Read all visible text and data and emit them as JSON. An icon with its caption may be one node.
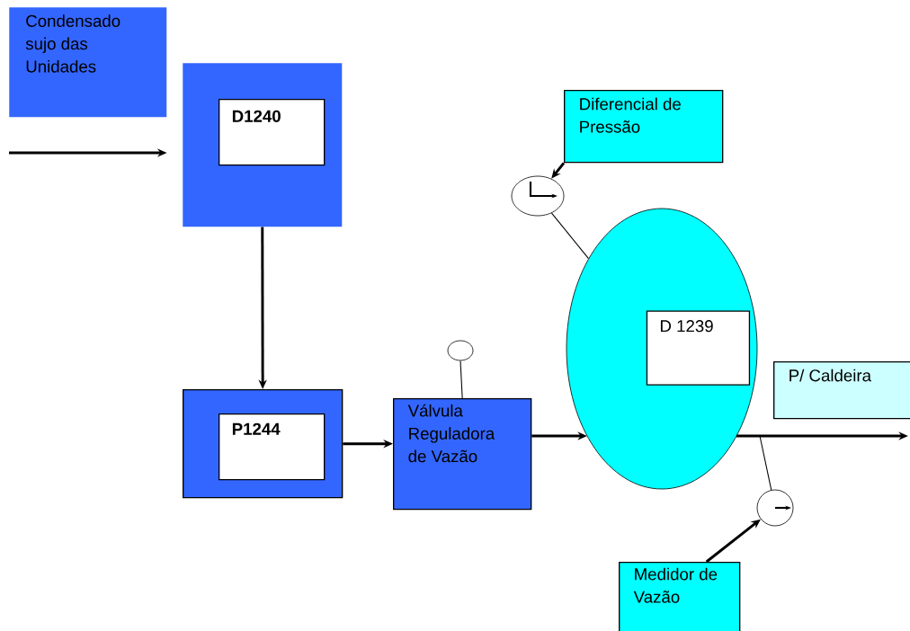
{
  "diagram": {
    "nodes": [
      {
        "text": [
          "Condensado sujo das Unidades"
        ]
      },
      {
        "text": [],
        "shape": "box"
      },
      {
        "text": [
          "D1240"
        ],
        "in": 1
      },
      {
        "text": [],
        "shape": "box"
      },
      {
        "text": [
          "P1244"
        ],
        "in": 3
      },
      {
        "text": [
          "Válvula Reguladora de Vazão"
        ]
      },
      {
        "text": [],
        "shape": "circle"
      },
      {
        "text": [
          "Diferencial de Pressão"
        ]
      },
      {
        "text": [],
        "shape": "circle"
      },
      {
        "text": [],
        "shape": "circle"
      },
      {
        "text": [
          "D 1239"
        ],
        "in": 9
      },
      {
        "text": [
          "P/ Caldeira"
        ]
      },
      {
        "text": [],
        "shape": "circle"
      },
      {
        "text": [
          "Medidor de Vazão"
        ]
      }
    ],
    "edges": [
      {
        "from": null,
        "to": 1,
        "arrow": "to"
      },
      {
        "from": 1,
        "to": 3,
        "arrow": "to"
      },
      {
        "from": 3,
        "to": 5,
        "arrow": "to"
      },
      {
        "from": 5,
        "to": 9,
        "arrow": "to"
      },
      {
        "from": 9,
        "to": null,
        "arrow": "to"
      },
      {
        "from": 5,
        "to": 6,
        "arrow": "none"
      },
      {
        "from": 7,
        "to": 8,
        "arrow": "to"
      },
      {
        "from": 8,
        "to": 9,
        "arrow": "none"
      },
      {
        "from": 12,
        "to": null,
        "arrow": "none"
      },
      {
        "from": 13,
        "to": 12,
        "arrow": "to"
      }
    ]
  }
}
